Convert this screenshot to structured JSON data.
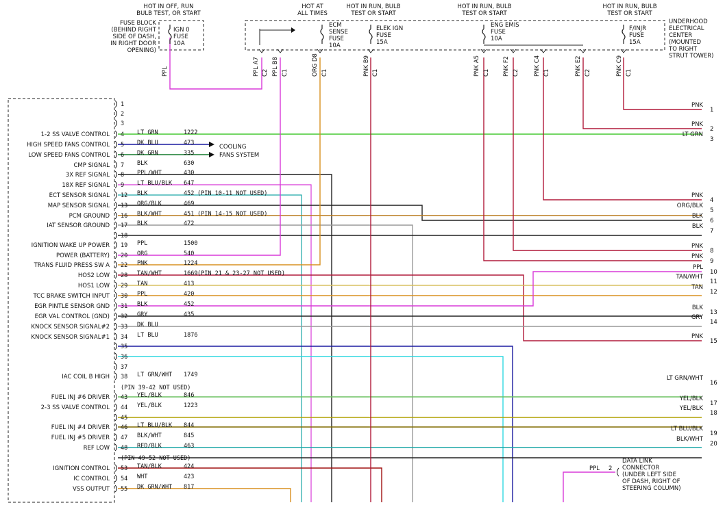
{
  "header": {
    "fuse_block": [
      "FUSE BLOCK",
      "(BEHIND RIGHT",
      "SIDE OF DASH,",
      "IN RIGHT DOOR",
      "OPENING)"
    ],
    "top_off_run": [
      "HOT IN OFF, RUN",
      "BULB TEST, OR START"
    ],
    "ign0_fuse": [
      "IGN 0",
      "FUSE",
      "10A"
    ],
    "hot_all_times": [
      "HOT AT",
      "ALL TIMES"
    ],
    "hot_run_1": [
      "HOT IN RUN, BULB",
      "TEST OR START"
    ],
    "hot_run_2": [
      "HOT IN RUN, BULB",
      "TEST OR START"
    ],
    "hot_run_3": [
      "HOT IN RUN, BULB",
      "TEST OR START"
    ],
    "ecm_fuse": [
      "ECM",
      "SENSE",
      "FUSE",
      "10A"
    ],
    "elek_fuse": [
      "ELEK IGN",
      "FUSE",
      "15A"
    ],
    "eng_fuse": [
      "ENG EMIS",
      "FUSE",
      "10A"
    ],
    "finjr_fuse": [
      "F/INJR",
      "FUSE",
      "15A"
    ],
    "underhood": [
      "UNDERHOOD",
      "ELECTRICAL",
      "CENTER",
      "(MOUNTED",
      "TO RIGHT",
      "STRUT TOWER)"
    ]
  },
  "vertical_labels": [
    {
      "text": "PPL"
    },
    {
      "text": "PPL A7"
    },
    {
      "text": "C2"
    },
    {
      "text": "PPL B8"
    },
    {
      "text": "C1"
    },
    {
      "text": "ORG D8"
    },
    {
      "text": "C1"
    },
    {
      "text": "PNK B9"
    },
    {
      "text": "C1"
    },
    {
      "text": "PNK A5"
    },
    {
      "text": "C1"
    },
    {
      "text": "PNK F2"
    },
    {
      "text": "C2"
    },
    {
      "text": "PNK C4"
    },
    {
      "text": "C1"
    },
    {
      "text": "PNK E2"
    },
    {
      "text": "C2"
    },
    {
      "text": "PNK C9"
    },
    {
      "text": "C1"
    }
  ],
  "cooling": [
    "COOLING",
    "FANS SYSTEM"
  ],
  "pins": [
    {
      "pin": "1",
      "func": "",
      "color": "",
      "circuit": "",
      "note": ""
    },
    {
      "pin": "2",
      "func": "",
      "color": "",
      "circuit": "",
      "note": ""
    },
    {
      "pin": "3",
      "func": "",
      "color": "",
      "circuit": "",
      "note": ""
    },
    {
      "pin": "4",
      "func": "1-2 SS VALVE CONTROL",
      "color": "LT GRN",
      "circuit": "1222",
      "note": ""
    },
    {
      "pin": "5",
      "func": "HIGH SPEED FANS CONTROL",
      "color": "DK BLU",
      "circuit": "473",
      "note": ""
    },
    {
      "pin": "6",
      "func": "LOW SPEED FANS CONTROL",
      "color": "DK GRN",
      "circuit": "335",
      "note": ""
    },
    {
      "pin": "7",
      "func": "CMP SIGNAL",
      "color": "BLK",
      "circuit": "630",
      "note": ""
    },
    {
      "pin": "8",
      "func": "3X REF SIGNAL",
      "color": "PPL/WHT",
      "circuit": "430",
      "note": ""
    },
    {
      "pin": "9",
      "func": "18X REF SIGNAL",
      "color": "LT BLU/BLK",
      "circuit": "647",
      "note": ""
    },
    {
      "pin": "12",
      "func": "ECT SENSOR SIGNAL",
      "color": "BLK",
      "circuit": "452",
      "note": "(PIN 10-11 NOT USED)"
    },
    {
      "pin": "13",
      "func": "MAP SENSOR SIGNAL",
      "color": "ORG/BLK",
      "circuit": "469",
      "note": ""
    },
    {
      "pin": "16",
      "func": "PCM GROUND",
      "color": "BLK/WHT",
      "circuit": "451",
      "note": "(PIN 14-15 NOT USED)"
    },
    {
      "pin": "17",
      "func": "IAT SENSOR GROUND",
      "color": "BLK",
      "circuit": "472",
      "note": ""
    },
    {
      "pin": "18",
      "func": "",
      "color": "",
      "circuit": "",
      "note": ""
    },
    {
      "pin": "19",
      "func": "IGNITION WAKE UP POWER",
      "color": "PPL",
      "circuit": "1500",
      "note": ""
    },
    {
      "pin": "20",
      "func": "POWER (BATTERY)",
      "color": "ORG",
      "circuit": "540",
      "note": ""
    },
    {
      "pin": "22",
      "func": "TRANS FLUID PRESS SW A",
      "color": "PNK",
      "circuit": "1224",
      "note": ""
    },
    {
      "pin": "28",
      "func": "HOS2 LOW",
      "color": "TAN/WHT",
      "circuit": "1669",
      "note": "(PIN 21 & 23-27 NOT USED)"
    },
    {
      "pin": "29",
      "func": "HOS1 LOW",
      "color": "TAN",
      "circuit": "413",
      "note": ""
    },
    {
      "pin": "30",
      "func": "TCC BRAKE SWITCH INPUT",
      "color": "PPL",
      "circuit": "420",
      "note": ""
    },
    {
      "pin": "31",
      "func": "EGR PINTLE SENSOR GND",
      "color": "BLK",
      "circuit": "452",
      "note": ""
    },
    {
      "pin": "32",
      "func": "EGR VAL CONTROL (GND)",
      "color": "GRY",
      "circuit": "435",
      "note": ""
    },
    {
      "pin": "33",
      "func": "KNOCK SENSOR SIGNAL#2",
      "color": "DK BLU",
      "circuit": "",
      "note": ""
    },
    {
      "pin": "34",
      "func": "KNOCK SENSOR SIGNAL#1",
      "color": "LT BLU",
      "circuit": "1876",
      "note": ""
    },
    {
      "pin": "35",
      "func": "",
      "color": "",
      "circuit": "",
      "note": ""
    },
    {
      "pin": "36",
      "func": "",
      "color": "",
      "circuit": "",
      "note": ""
    },
    {
      "pin": "37",
      "func": "",
      "color": "",
      "circuit": "",
      "note": ""
    },
    {
      "pin": "38",
      "func": "IAC COIL B HIGH",
      "color": "LT GRN/WHT",
      "circuit": "1749",
      "note": ""
    },
    {
      "pin": "",
      "func": "",
      "color": "",
      "circuit": "",
      "note": "(PIN 39-42 NOT USED)"
    },
    {
      "pin": "43",
      "func": "FUEL INJ #6 DRIVER",
      "color": "YEL/BLK",
      "circuit": "846",
      "note": ""
    },
    {
      "pin": "44",
      "func": "2-3 SS VALVE CONTROL",
      "color": "YEL/BLK",
      "circuit": "1223",
      "note": ""
    },
    {
      "pin": "45",
      "func": "",
      "color": "",
      "circuit": "",
      "note": ""
    },
    {
      "pin": "46",
      "func": "FUEL INJ #4 DRIVER",
      "color": "LT BLU/BLK",
      "circuit": "844",
      "note": ""
    },
    {
      "pin": "47",
      "func": "FUEL INJ #5 DRIVER",
      "color": "BLK/WHT",
      "circuit": "845",
      "note": ""
    },
    {
      "pin": "48",
      "func": "REF LOW",
      "color": "RED/BLK",
      "circuit": "463",
      "note": ""
    },
    {
      "pin": "",
      "func": "",
      "color": "",
      "circuit": "",
      "note": "(PIN 49-52 NOT USED)"
    },
    {
      "pin": "53",
      "func": "IGNITION CONTROL",
      "color": "TAN/BLK",
      "circuit": "424",
      "note": ""
    },
    {
      "pin": "54",
      "func": "IC CONTROL",
      "color": "WHT",
      "circuit": "423",
      "note": ""
    },
    {
      "pin": "55",
      "func": "VSS OUTPUT",
      "color": "DK GRN/WHT",
      "circuit": "817",
      "note": ""
    }
  ],
  "right_terminals": [
    {
      "num": "1",
      "label": "PNK"
    },
    {
      "num": "2",
      "label": "PNK"
    },
    {
      "num": "3",
      "label": "LT GRN"
    },
    {
      "num": "4",
      "label": "PNK"
    },
    {
      "num": "5",
      "label": "ORG/BLK"
    },
    {
      "num": "6",
      "label": "BLK"
    },
    {
      "num": "7",
      "label": "BLK"
    },
    {
      "num": "8",
      "label": "PNK"
    },
    {
      "num": "9",
      "label": "PNK"
    },
    {
      "num": "10",
      "label": "PPL"
    },
    {
      "num": "11",
      "label": "TAN/WHT"
    },
    {
      "num": "12",
      "label": "TAN"
    },
    {
      "num": "13",
      "label": "BLK"
    },
    {
      "num": "14",
      "label": "GRY"
    },
    {
      "num": "15",
      "label": "PNK"
    },
    {
      "num": "16",
      "label": "LT GRN/WHT"
    },
    {
      "num": "17",
      "label": "YEL/BLK"
    },
    {
      "num": "18",
      "label": "YEL/BLK"
    },
    {
      "num": "19",
      "label": "LT BLU/BLK"
    },
    {
      "num": "20",
      "label": "BLK/WHT"
    }
  ],
  "dlc": {
    "wire": "PPL",
    "pin": "2",
    "label": [
      "DATA LINK",
      "CONNECTOR",
      "(UNDER LEFT SIDE",
      "OF DASH, RIGHT OF",
      "STEERING COLUMN)"
    ]
  }
}
